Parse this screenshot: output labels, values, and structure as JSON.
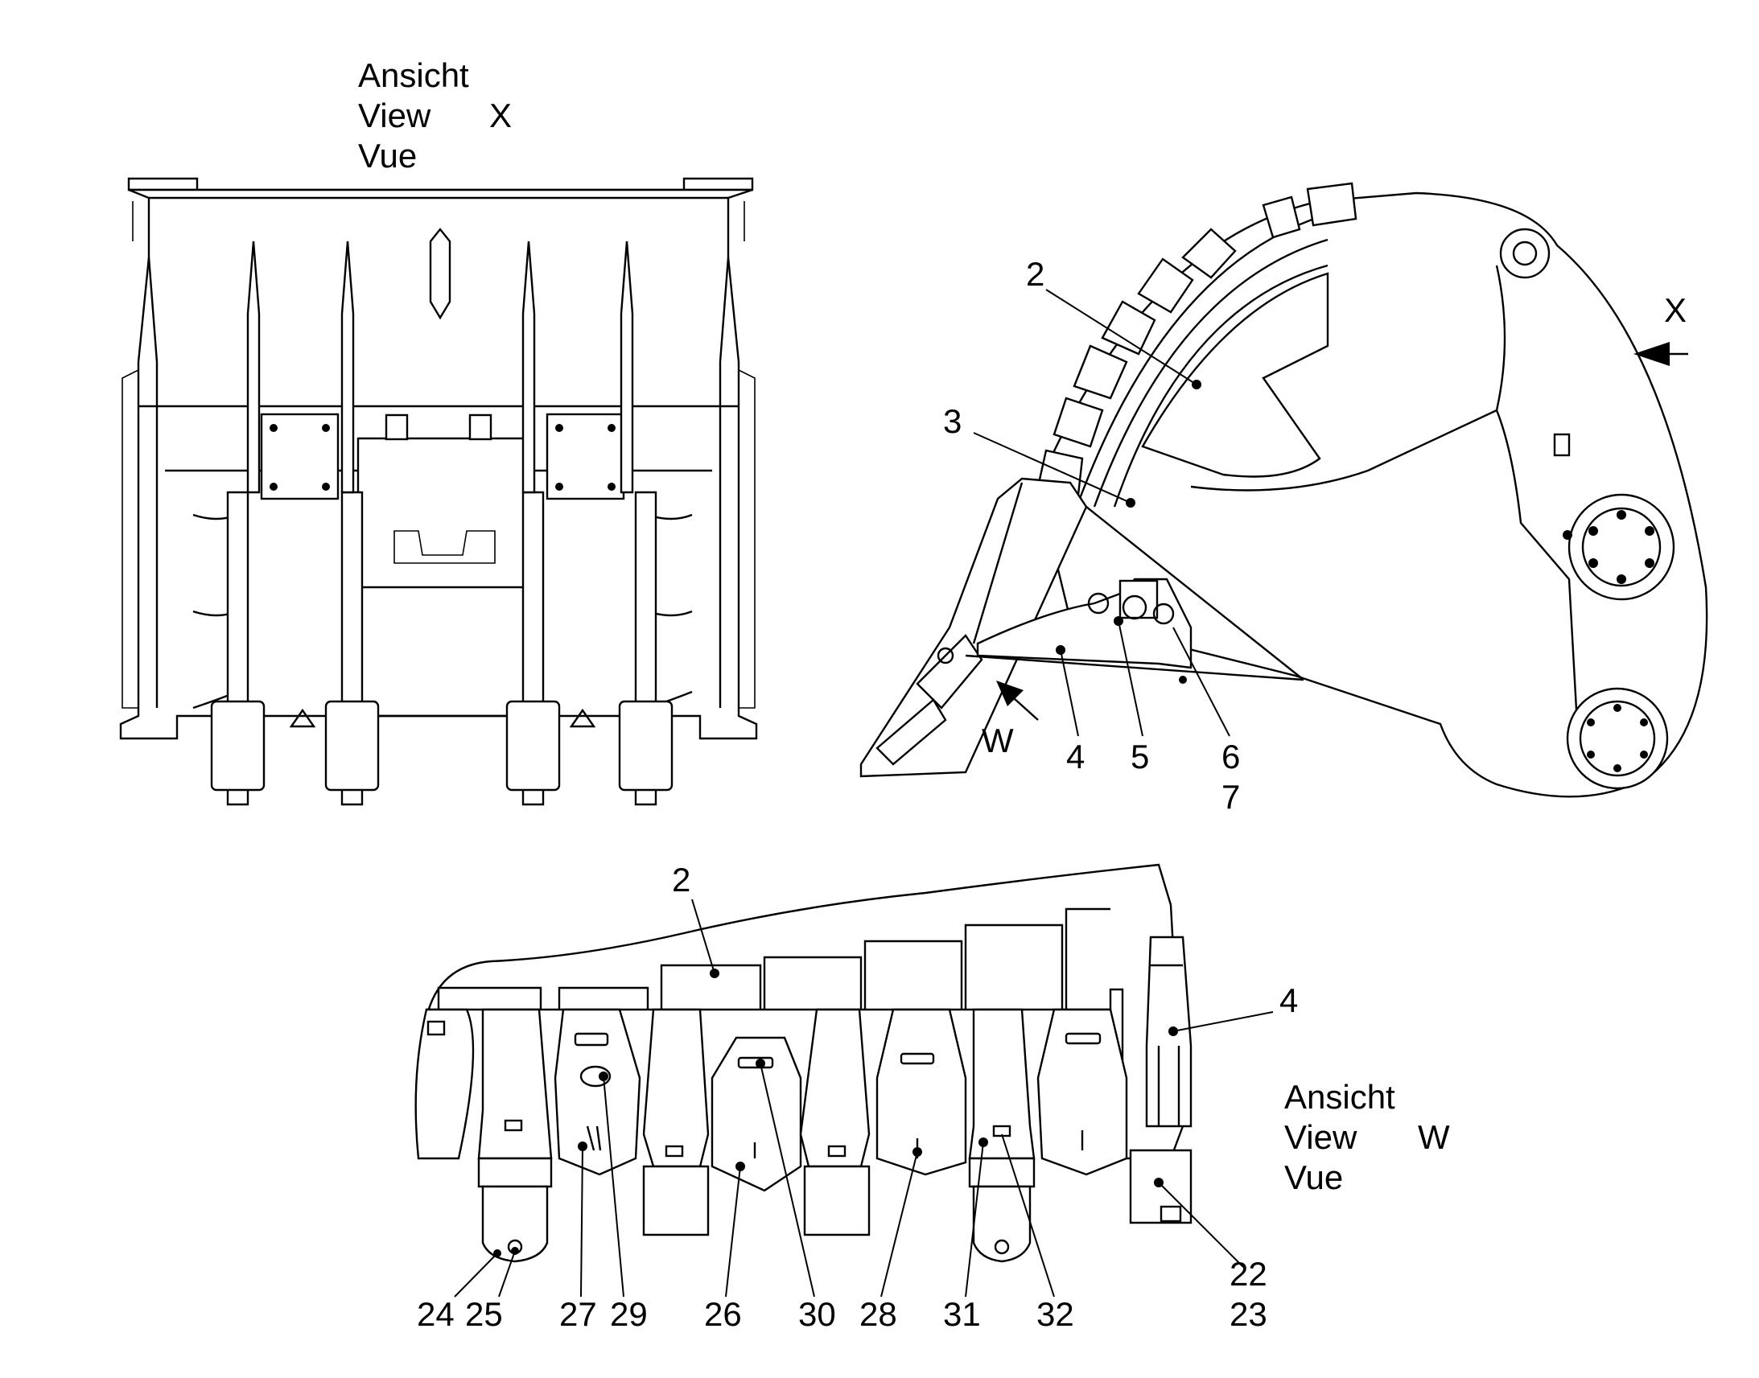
{
  "captions": {
    "view_x": {
      "line1": "Ansicht",
      "line2": "View",
      "letter": "X",
      "line3": "Vue"
    },
    "view_w": {
      "line1": "Ansicht",
      "line2": "View",
      "letter": "W",
      "line3": "Vue"
    }
  },
  "arrows": {
    "x": "X",
    "w": "W"
  },
  "side_view_callouts": {
    "c2": "2",
    "c3": "3",
    "c4": "4",
    "c5": "5",
    "c6": "6",
    "c7": "7"
  },
  "bottom_view_callouts": {
    "c2": "2",
    "c4": "4",
    "c22": "22",
    "c23": "23",
    "c24": "24",
    "c25": "25",
    "c26": "26",
    "c27": "27",
    "c28": "28",
    "c29": "29",
    "c30": "30",
    "c31": "31",
    "c32": "32"
  }
}
